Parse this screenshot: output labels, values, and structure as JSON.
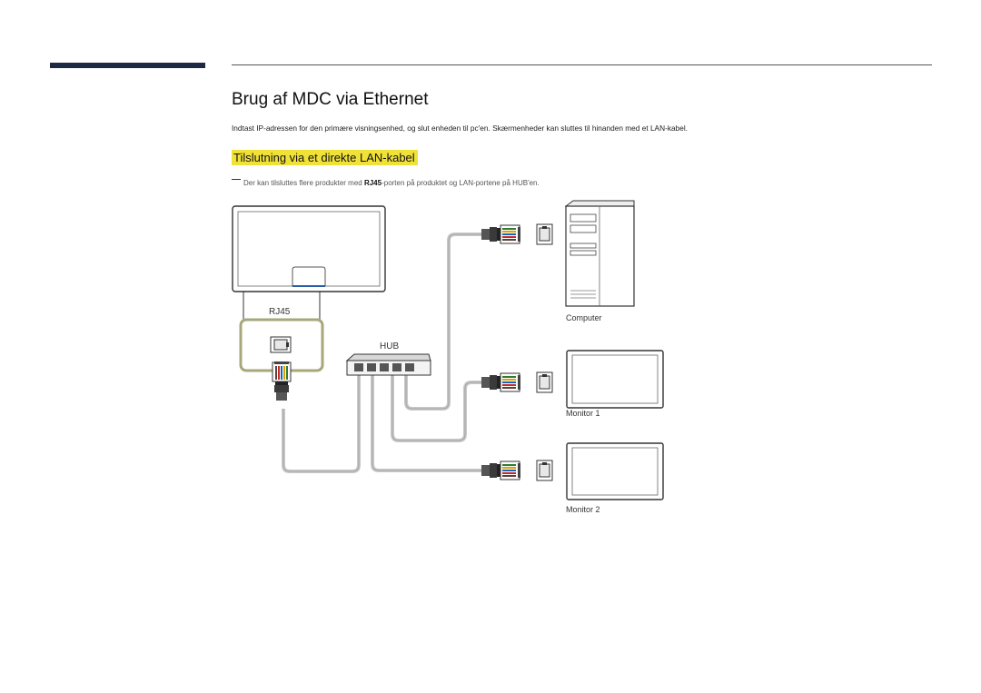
{
  "page": {
    "title": "Brug af MDC via Ethernet",
    "intro": "Indtast IP-adressen for den primære visningsenhed, og slut enheden til pc'en. Skærmenheder kan sluttes til hinanden med et LAN-kabel.",
    "section_heading": "Tilslutning via et direkte LAN-kabel",
    "note": {
      "before": "Der kan tilsluttes flere produkter med ",
      "bold": "RJ45",
      "after": "-porten på produktet og LAN-portene på HUB'en."
    }
  },
  "diagram": {
    "port_label": "RJ45",
    "hub_label": "HUB",
    "computer_label": "Computer",
    "monitor1_label": "Monitor 1",
    "monitor2_label": "Monitor 2"
  },
  "colors": {
    "accent_bar": "#1e2a44",
    "heading_highlight": "#f0e138",
    "port_callout": "#a7a77a",
    "cable": "#c8c8c8"
  }
}
